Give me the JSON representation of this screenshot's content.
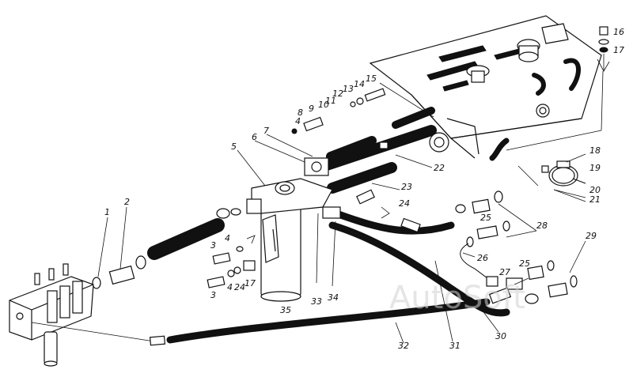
{
  "diagram": {
    "labels": [
      "1",
      "2",
      "3",
      "3",
      "4",
      "4",
      "4",
      "5",
      "6",
      "7",
      "8",
      "9",
      "10",
      "11",
      "12",
      "13",
      "14",
      "15",
      "16",
      "17",
      "17",
      "18",
      "19",
      "20",
      "21",
      "22",
      "23",
      "24",
      "24",
      "25",
      "25",
      "26",
      "27",
      "28",
      "29",
      "30",
      "31",
      "32",
      "33",
      "34",
      "35"
    ],
    "watermark": "AutoSoft"
  }
}
